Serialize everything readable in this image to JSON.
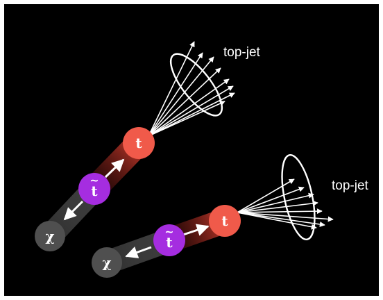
{
  "diagram": {
    "background": "#000000",
    "colors": {
      "top": "#f05a4a",
      "stop": "#a52de0",
      "neutralino": "#4f4f4f",
      "arrows": "#ffffff",
      "labels": "#ffffff"
    },
    "chains": [
      {
        "top_symbol": "t",
        "stop_symbol": "t",
        "stop_mark": "~",
        "neutralino_symbol": "χ",
        "jet_label": "top-jet"
      },
      {
        "top_symbol": "t",
        "stop_symbol": "t",
        "stop_mark": "~",
        "neutralino_symbol": "χ",
        "jet_label": "top-jet"
      }
    ]
  }
}
